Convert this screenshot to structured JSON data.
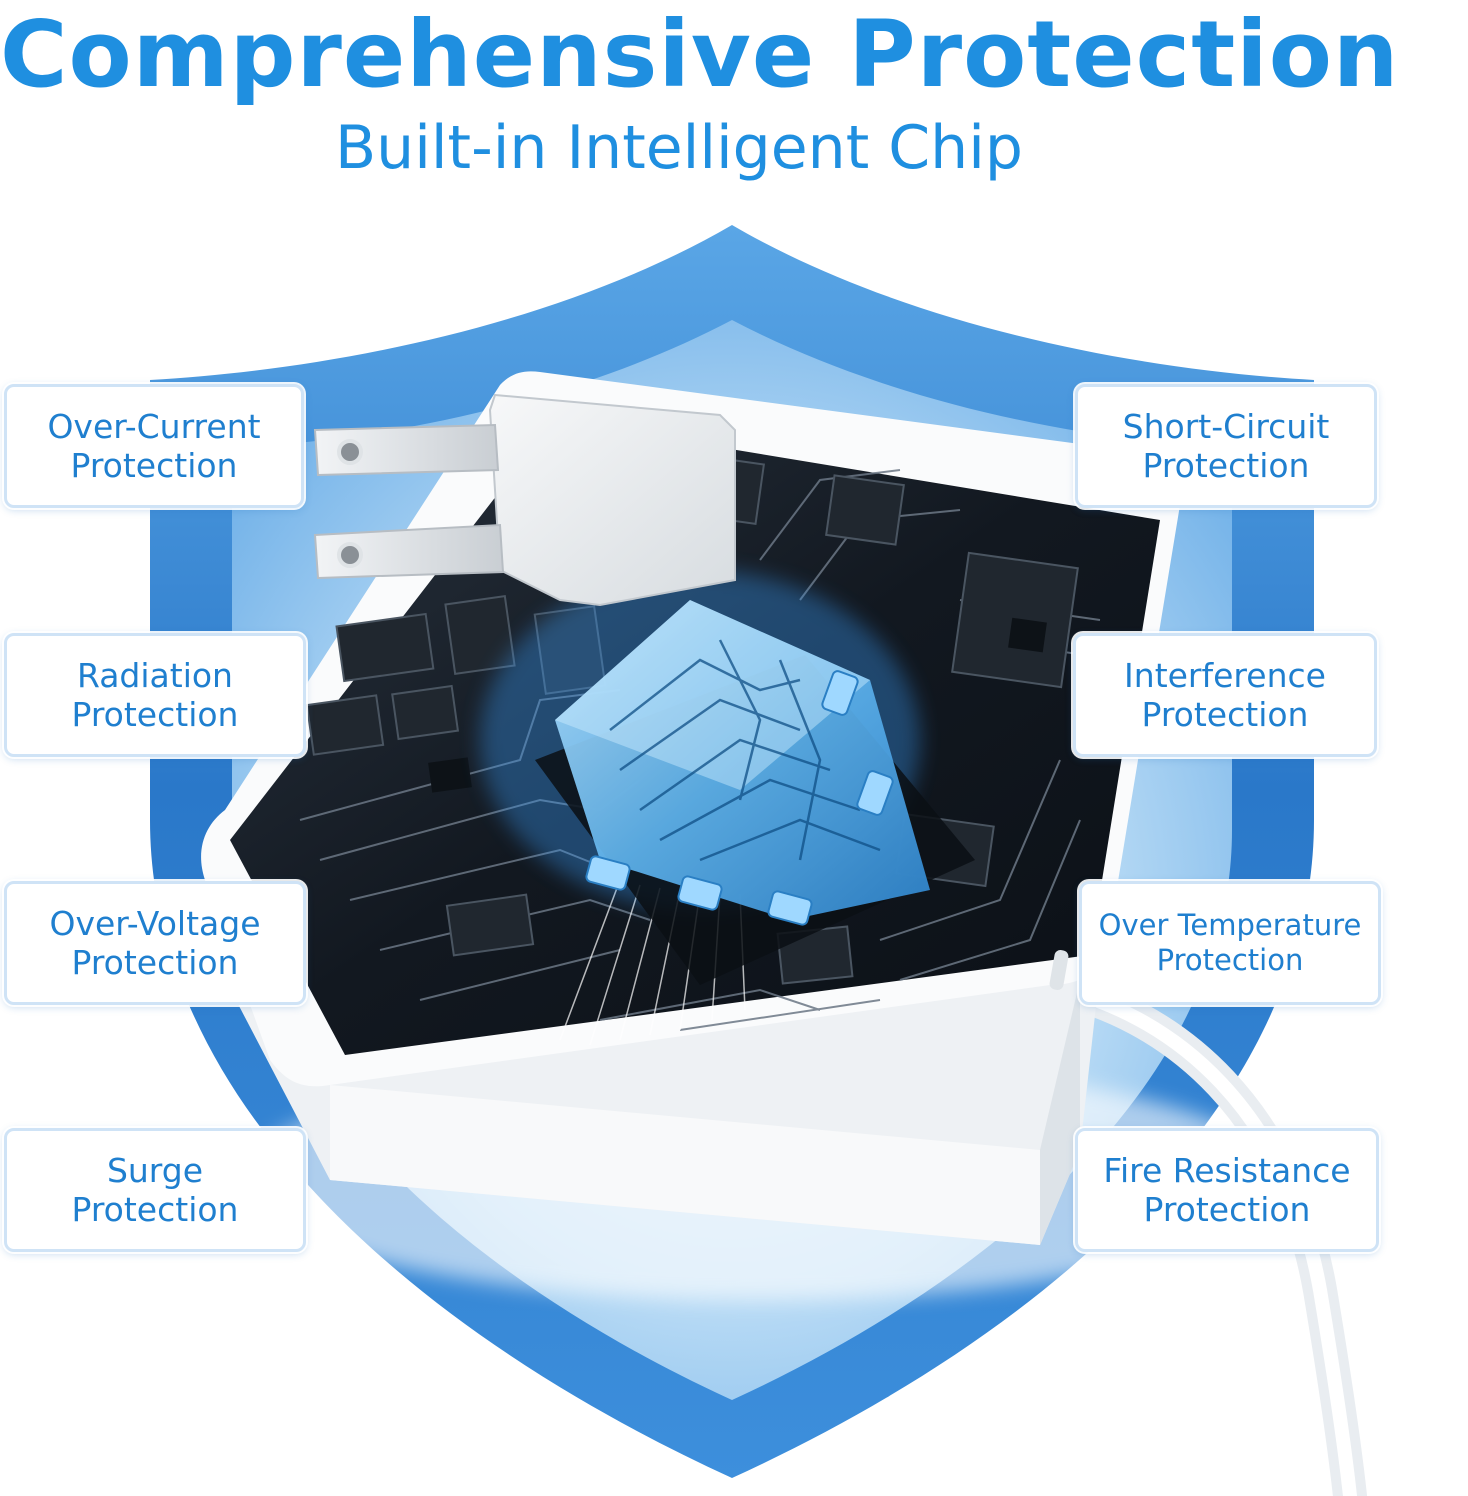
{
  "colors": {
    "title_blue": "#1f8fe0",
    "label_blue": "#1f7fcf",
    "shield_outer": "#2d7fd0",
    "shield_inner": "#a9d2f2",
    "board_dark": "#141a22",
    "chip_blue": "#6fc0f5",
    "charger_white": "#f4f6f8"
  },
  "header": {
    "title": "Comprehensive Protection",
    "subtitle": "Built-in Intelligent Chip"
  },
  "labels": {
    "left": [
      {
        "line1": "Over-Current",
        "line2": "Protection"
      },
      {
        "line1": "Radiation",
        "line2": "Protection"
      },
      {
        "line1": "Over-Voltage",
        "line2": "Protection"
      },
      {
        "line1": "Surge",
        "line2": "Protection"
      }
    ],
    "right": [
      {
        "line1": "Short-Circuit",
        "line2": "Protection"
      },
      {
        "line1": "Interference",
        "line2": "Protection"
      },
      {
        "line1": "Over Temperature",
        "line2": "Protection"
      },
      {
        "line1": "Fire Resistance",
        "line2": "Protection"
      }
    ]
  },
  "icons": {
    "shield": "shield-icon",
    "charger": "wall-charger-icon",
    "chip": "microchip-icon",
    "cable": "usb-cable-icon"
  }
}
